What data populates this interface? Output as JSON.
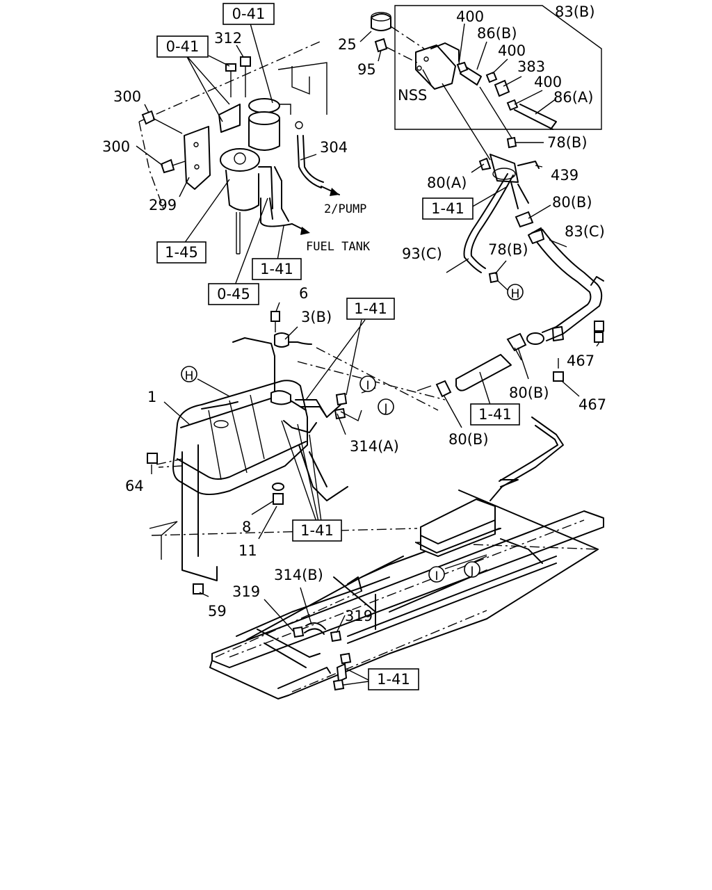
{
  "references": {
    "r041_top": "0-41",
    "r041_left": "0-41",
    "r145": "1-45",
    "r141_filter": "1-41",
    "r045": "0-45",
    "r141_hose": "1-41",
    "r141_fill": "1-41",
    "r141_tank": "1-41",
    "r141_tank_bottom": "1-41",
    "r141_frame": "1-41"
  },
  "parts": {
    "p312": "312",
    "p300a": "300",
    "p300b": "300",
    "p299": "299",
    "p304": "304",
    "p25": "25",
    "p95": "95",
    "nss": "NSS",
    "p400a": "400",
    "p86b": "86(B)",
    "p400b": "400",
    "p383": "383",
    "p400c": "400",
    "p86a": "86(A)",
    "p83b": "83(B)",
    "p78b_top": "78(B)",
    "p439": "439",
    "p80a": "80(A)",
    "p80b_top": "80(B)",
    "p83c": "83(C)",
    "p93c": "93(C)",
    "p78b_mid": "78(B)",
    "p467a": "467",
    "p467b": "467",
    "p80b_mid": "80(B)",
    "p80b_low": "80(B)",
    "p6": "6",
    "p3b": "3(B)",
    "p1": "1",
    "p64": "64",
    "p314a": "314(A)",
    "p8": "8",
    "p11": "11",
    "p59": "59",
    "p314b": "314(B)",
    "p319a": "319",
    "p319b": "319"
  },
  "notes": {
    "pump": "2/PUMP",
    "fuel_tank": "FUEL TANK"
  },
  "connectors": {
    "H_tank": "H",
    "H_hose": "H",
    "I_tank": "I",
    "J_tank": "J",
    "I_frame": "I",
    "J_frame": "J"
  }
}
